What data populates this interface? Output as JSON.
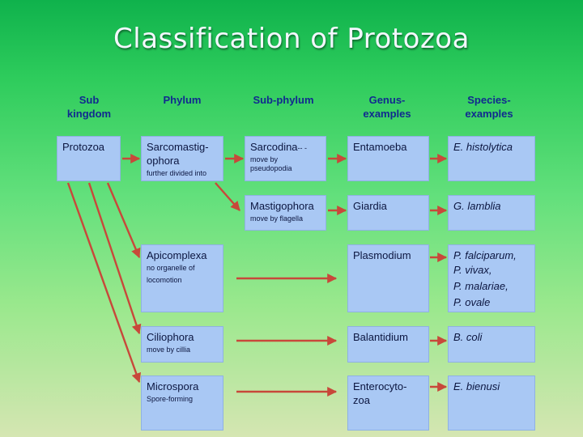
{
  "title": "Classification of Protozoa",
  "columns": {
    "subkingdom": "Sub\nkingdom",
    "phylum": "Phylum",
    "subphylum": "Sub-phylum",
    "genus": "Genus-\nexamples",
    "species": "Species-\nexamples"
  },
  "subkingdom": {
    "name": "Protozoa"
  },
  "phyla": {
    "sarcomastigophora": {
      "name": "Sarcomastig-\nophora",
      "note": "further divided into"
    },
    "apicomplexa": {
      "name": "Apicomplexa",
      "note1": "no organelle of",
      "note2": "locomotion"
    },
    "ciliophora": {
      "name": "Ciliophora",
      "note": "move by cillia"
    },
    "microspora": {
      "name": "Microspora",
      "note": "Spore-forming"
    }
  },
  "subphyla": {
    "sarcodina": {
      "name": "Sarcodina",
      "suffix": "-- -",
      "note": "move by\npseudopodia"
    },
    "mastigophora": {
      "name": "Mastigophora",
      "note": "move by flagella"
    }
  },
  "genera": {
    "entamoeba": "Entamoeba",
    "giardia": "Giardia",
    "plasmodium": "Plasmodium",
    "balantidium": "Balantidium",
    "enterocytozoa": "Enterocyto-\nzoa"
  },
  "species": {
    "entamoeba": [
      "E. histolytica"
    ],
    "giardia": [
      "G. lamblia"
    ],
    "plasmodium": [
      "P. falciparum,",
      "P. vivax,",
      "P. malariae,",
      "P. ovale"
    ],
    "balantidium": [
      "B. coli"
    ],
    "enterocytozoa": [
      "E. bienusi"
    ]
  },
  "colors": {
    "box_fill": "#a9c8f4",
    "arrow": "#c8483a",
    "heading": "#112a8f"
  }
}
